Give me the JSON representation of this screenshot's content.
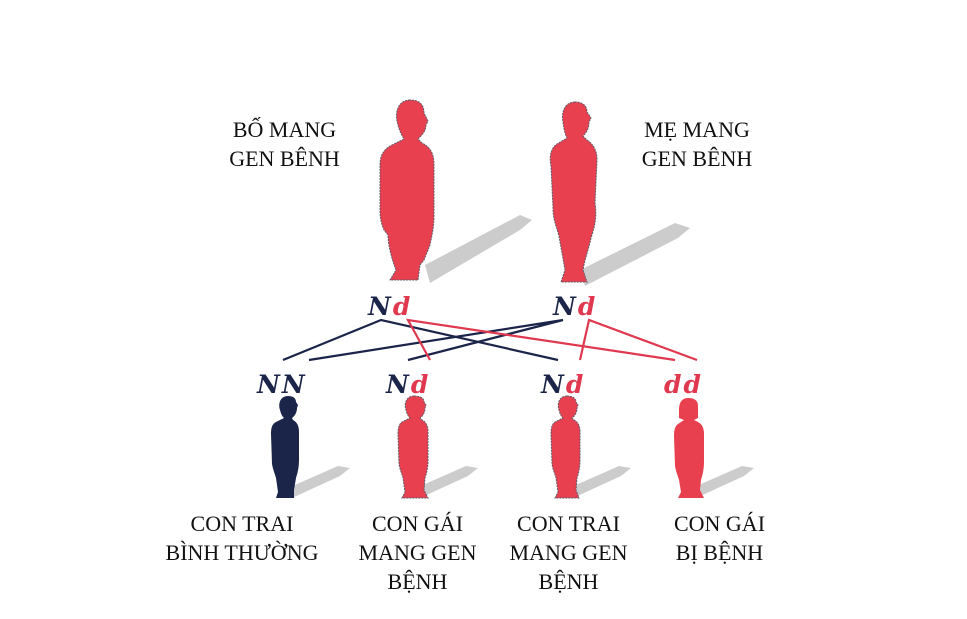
{
  "colors": {
    "affected": "#e8404f",
    "normal": "#1b2449",
    "carrier_outline": "#5a5a6a",
    "shadow": "#cccccc",
    "line_normal": "#1b2449",
    "line_disease": "#e0384f"
  },
  "parents": {
    "father": {
      "label_line1": "BỐ MANG",
      "label_line2": "GEN BÊNH",
      "allele1": "N",
      "allele2": "d",
      "icon": "man-silhouette"
    },
    "mother": {
      "label_line1": "MẸ MANG",
      "label_line2": "GEN BÊNH",
      "allele1": "N",
      "allele2": "d",
      "icon": "woman-silhouette"
    }
  },
  "children": [
    {
      "allele1": "N",
      "allele2": "N",
      "label_line1": "CON TRAI",
      "label_line2": "BÌNH THƯỜNG",
      "label_line3": "",
      "status": "normal",
      "icon": "boy-silhouette"
    },
    {
      "allele1": "N",
      "allele2": "d",
      "label_line1": "CON GÁI",
      "label_line2": "MANG GEN",
      "label_line3": "BỆNH",
      "status": "carrier",
      "icon": "girl-silhouette"
    },
    {
      "allele1": "N",
      "allele2": "d",
      "label_line1": "CON TRAI",
      "label_line2": "MANG GEN",
      "label_line3": "BỆNH",
      "status": "carrier",
      "icon": "boy-silhouette"
    },
    {
      "allele1": "d",
      "allele2": "d",
      "label_line1": "CON GÁI",
      "label_line2": "BỊ BỆNH",
      "label_line3": "",
      "status": "affected",
      "icon": "girl-silhouette"
    }
  ]
}
